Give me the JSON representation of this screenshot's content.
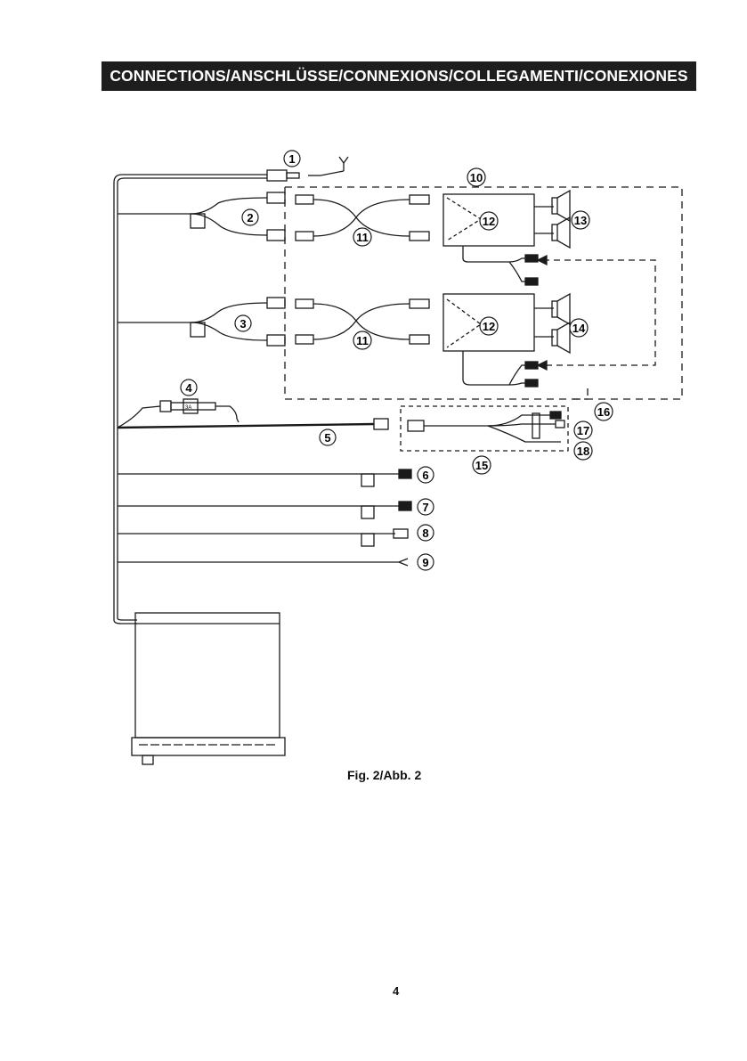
{
  "header": {
    "title": "CONNECTIONS/ANSCHLÜSSE/CONNEXIONS/COLLEGAMENTI/CONEXIONES"
  },
  "figure": {
    "caption": "Fig. 2/Abb. 2",
    "fuse_text": "3A",
    "callouts": {
      "c1": "1",
      "c2": "2",
      "c3": "3",
      "c4": "4",
      "c5": "5",
      "c6": "6",
      "c7": "7",
      "c8": "8",
      "c9": "9",
      "c10": "10",
      "c11a": "11",
      "c11b": "11",
      "c12a": "12",
      "c12b": "12",
      "c13": "13",
      "c14": "14",
      "c15": "15",
      "c16": "16",
      "c17": "17",
      "c18": "18"
    }
  },
  "footer": {
    "page_number": "4"
  },
  "colors": {
    "ink": "#1a1a1a",
    "banner_bg": "#1e1e1e",
    "banner_text": "#ffffff"
  }
}
